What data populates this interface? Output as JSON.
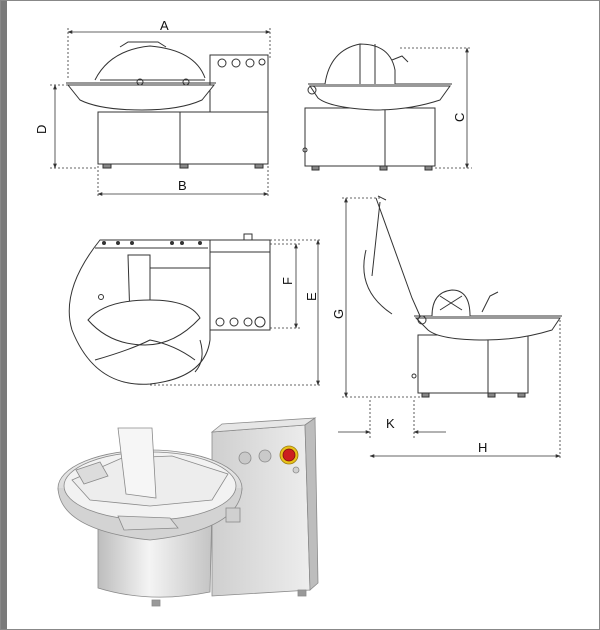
{
  "dimension_labels": {
    "A": "A",
    "B": "B",
    "C": "C",
    "D": "D",
    "E": "E",
    "F": "F",
    "G": "G",
    "H": "H",
    "K": "K"
  },
  "colors": {
    "line": "#333333",
    "panel": "#d9d9d9",
    "button_red": "#cc1f1f",
    "button_yellow": "#e8c21a"
  }
}
